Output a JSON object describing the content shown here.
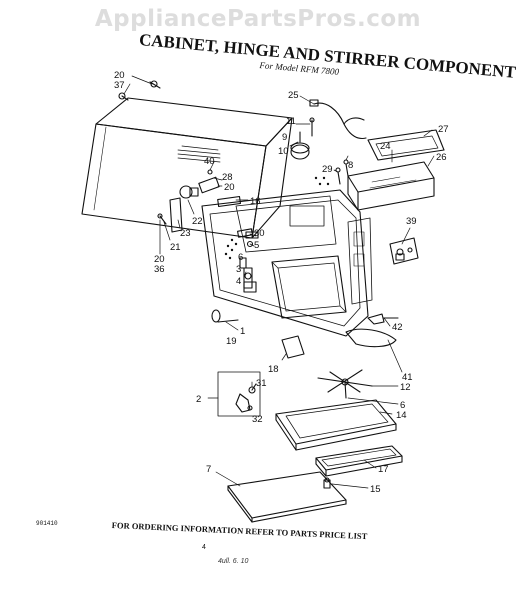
{
  "watermark": "AppliancePartsPros.com",
  "title": "CABINET, HINGE AND STIRRER COMPONENTS",
  "subtitle": "For Model RFM 7800",
  "footer": "FOR ORDERING INFORMATION REFER TO PARTS PRICE LIST",
  "code": "901410",
  "page_number": "4",
  "signature": "4ull. 6. 10",
  "callouts": [
    {
      "id": "c20a",
      "label": "20"
    },
    {
      "id": "c37",
      "label": "37"
    },
    {
      "id": "c25",
      "label": "25"
    },
    {
      "id": "c27",
      "label": "27"
    },
    {
      "id": "c11",
      "label": "11"
    },
    {
      "id": "c9",
      "label": "9"
    },
    {
      "id": "c10",
      "label": "10"
    },
    {
      "id": "c24",
      "label": "24"
    },
    {
      "id": "c26",
      "label": "26"
    },
    {
      "id": "c29",
      "label": "29"
    },
    {
      "id": "c8",
      "label": "8"
    },
    {
      "id": "c40",
      "label": "40"
    },
    {
      "id": "c28",
      "label": "28"
    },
    {
      "id": "c20b",
      "label": "20"
    },
    {
      "id": "c16",
      "label": "16"
    },
    {
      "id": "c22",
      "label": "22"
    },
    {
      "id": "c23",
      "label": "23"
    },
    {
      "id": "c21",
      "label": "21"
    },
    {
      "id": "c30",
      "label": "30"
    },
    {
      "id": "c5",
      "label": "5"
    },
    {
      "id": "c39",
      "label": "39"
    },
    {
      "id": "c20c",
      "label": "20"
    },
    {
      "id": "c36",
      "label": "36"
    },
    {
      "id": "c6a",
      "label": "6"
    },
    {
      "id": "c3",
      "label": "3"
    },
    {
      "id": "c4",
      "label": "4"
    },
    {
      "id": "c1",
      "label": "1"
    },
    {
      "id": "c19",
      "label": "19"
    },
    {
      "id": "c42",
      "label": "42"
    },
    {
      "id": "c18",
      "label": "18"
    },
    {
      "id": "c41",
      "label": "41"
    },
    {
      "id": "c2",
      "label": "2"
    },
    {
      "id": "c31",
      "label": "31"
    },
    {
      "id": "c32",
      "label": "32"
    },
    {
      "id": "c12",
      "label": "12"
    },
    {
      "id": "c6b",
      "label": "6"
    },
    {
      "id": "c14",
      "label": "14"
    },
    {
      "id": "c7",
      "label": "7"
    },
    {
      "id": "c17",
      "label": "17"
    },
    {
      "id": "c15",
      "label": "15"
    }
  ]
}
